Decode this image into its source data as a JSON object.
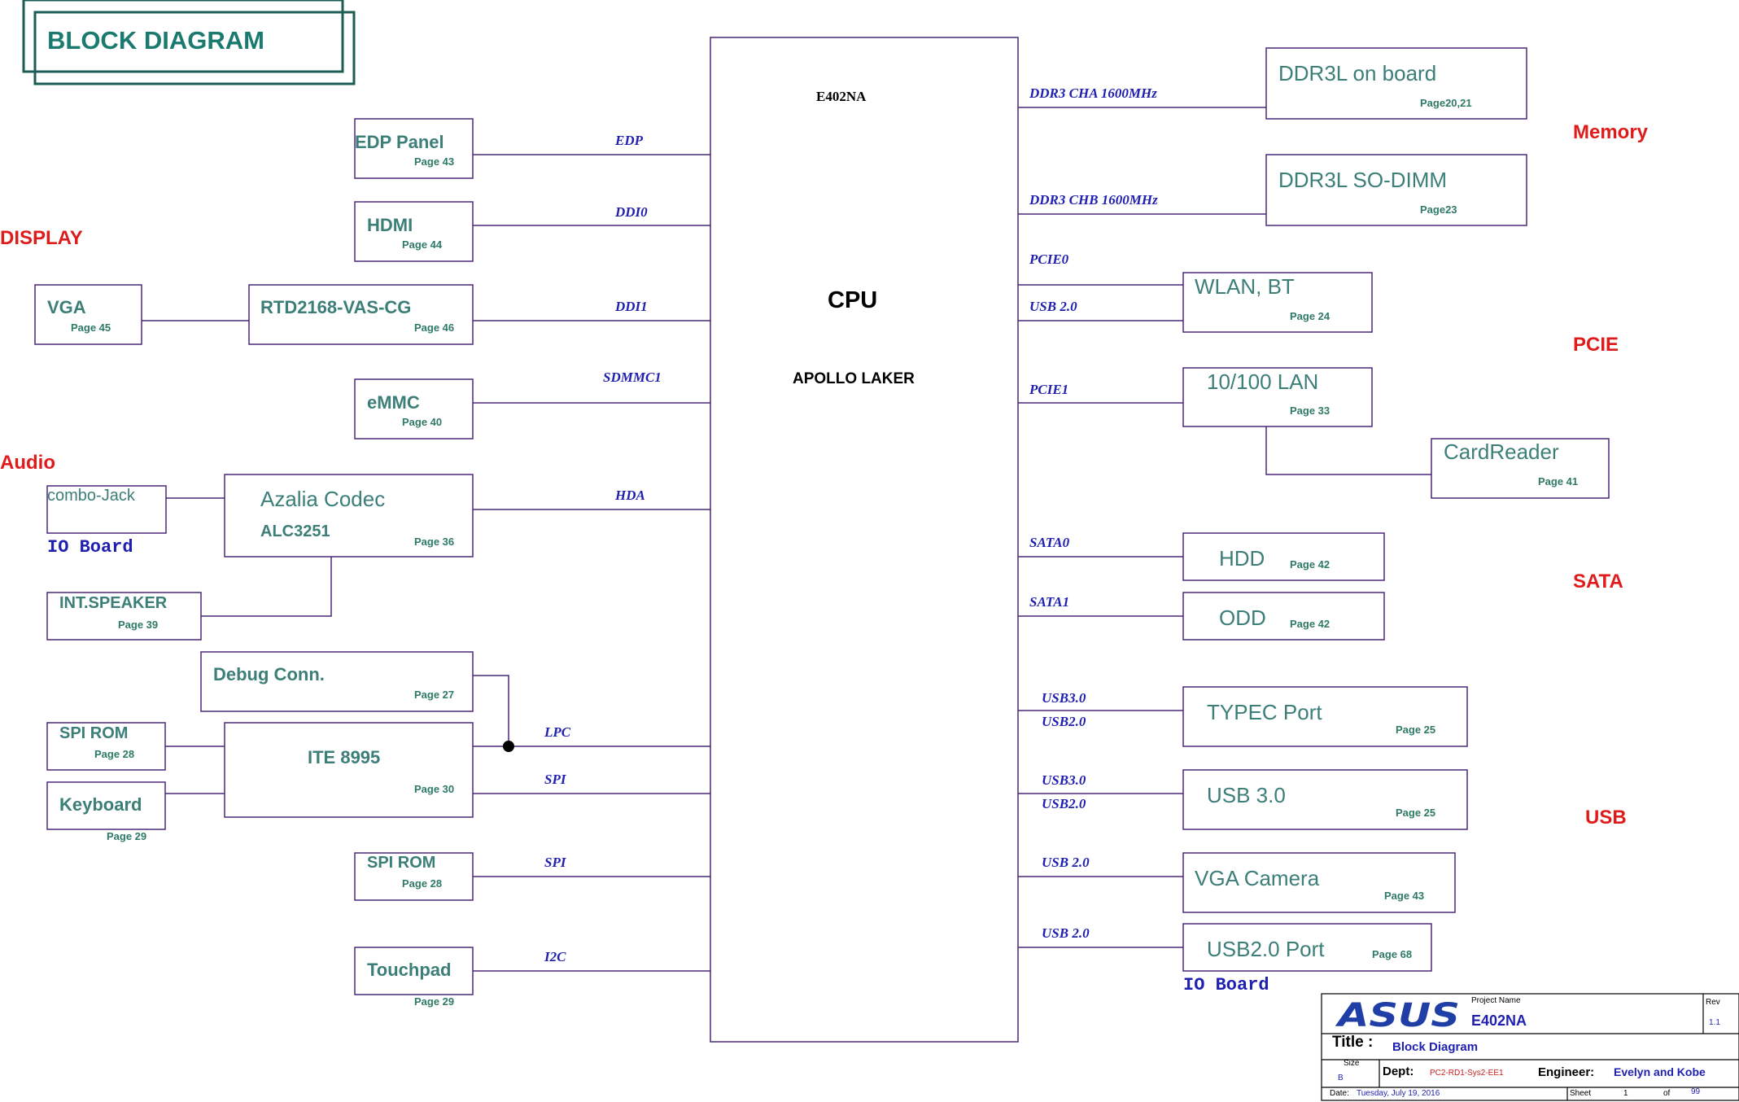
{
  "diagram_title": "BLOCK DIAGRAM",
  "cpu": {
    "model": "E402NA",
    "label": "CPU",
    "codename": "APOLLO LAKER"
  },
  "categories": {
    "display": "DISPLAY",
    "audio": "Audio",
    "memory": "Memory",
    "pcie": "PCIE",
    "sata": "SATA",
    "usb": "USB"
  },
  "blocks": {
    "edp_panel": {
      "name": "EDP Panel",
      "page": "Page 43"
    },
    "hdmi": {
      "name": "HDMI",
      "page": "Page 44"
    },
    "vga": {
      "name": "VGA",
      "page": "Page 45"
    },
    "rtd2168": {
      "name": "RTD2168-VAS-CG",
      "page": "Page 46"
    },
    "emmc": {
      "name": "eMMC",
      "page": "Page 40"
    },
    "combo_jack": {
      "name": "combo-Jack"
    },
    "azalia": {
      "name": "Azalia Codec",
      "sub": "ALC3251",
      "page": "Page 36"
    },
    "int_speaker": {
      "name": "INT.SPEAKER",
      "page": "Page 39"
    },
    "debug_conn": {
      "name": "Debug Conn.",
      "page": "Page 27"
    },
    "spi_rom_ec": {
      "name": "SPI ROM",
      "page": "Page 28"
    },
    "ite": {
      "name": "ITE 8995",
      "page": "Page 30"
    },
    "keyboard": {
      "name": "Keyboard",
      "page": "Page 29"
    },
    "spi_rom": {
      "name": "SPI ROM",
      "page": "Page 28"
    },
    "touchpad": {
      "name": "Touchpad",
      "page": "Page 29"
    },
    "ddr_onboard": {
      "name": "DDR3L on board",
      "page": "Page20,21"
    },
    "ddr_sodimm": {
      "name": "DDR3L SO-DIMM",
      "page": "Page23"
    },
    "wlan": {
      "name": "WLAN, BT",
      "page": "Page 24"
    },
    "lan": {
      "name": "10/100 LAN",
      "page": "Page 33"
    },
    "cardreader": {
      "name": "CardReader",
      "page": "Page 41"
    },
    "hdd": {
      "name": "HDD",
      "page": "Page 42"
    },
    "odd": {
      "name": "ODD",
      "page": "Page 42"
    },
    "typec": {
      "name": "TYPEC Port",
      "page": "Page 25"
    },
    "usb30": {
      "name": "USB 3.0",
      "page": "Page 25"
    },
    "vga_camera": {
      "name": "VGA Camera",
      "page": "Page 43"
    },
    "usb20_port": {
      "name": "USB2.0 Port",
      "page": "Page 68"
    }
  },
  "io_board_labels": {
    "left": "IO Board",
    "right": "IO Board"
  },
  "buses": {
    "edp": "EDP",
    "ddi0": "DDI0",
    "ddi1": "DDI1",
    "sdmmc1": "SDMMC1",
    "hda": "HDA",
    "lpc": "LPC",
    "spi_ec": "SPI",
    "spi": "SPI",
    "i2c": "I2C",
    "ddr_cha": "DDR3 CHA 1600MHz",
    "ddr_chb": "DDR3 CHB 1600MHz",
    "pcie0": "PCIE0",
    "usb_wlan": "USB 2.0",
    "pcie1": "PCIE1",
    "sata0": "SATA0",
    "sata1": "SATA1",
    "typec_usb3": "USB3.0",
    "typec_usb2": "USB2.0",
    "usb30_usb3": "USB3.0",
    "usb30_usb2": "USB2.0",
    "cam_usb": "USB 2.0",
    "port_usb": "USB 2.0"
  },
  "title_block": {
    "logo": "ASUS",
    "project_name_label": "Project Name",
    "project_name": "E402NA",
    "rev_label": "Rev",
    "rev": "1.1",
    "title_label": "Title :",
    "title": "Block Diagram",
    "size_label": "Size",
    "size": "B",
    "dept_label": "Dept:",
    "dept": "PC2-RD1-Sys2-EE1",
    "engineer_label": "Engineer:",
    "engineer": "Evelyn and Kobe",
    "date_label": "Date:",
    "date": "Tuesday, July 19, 2016",
    "sheet_label": "Sheet",
    "sheet": "1",
    "of_label": "of",
    "of": "99"
  },
  "colors": {
    "line": "#4a2878",
    "block_text": "#3c7e78",
    "bus_text": "#1f1fb0",
    "category": "#e01b1b",
    "logo": "#1f3fa6"
  }
}
